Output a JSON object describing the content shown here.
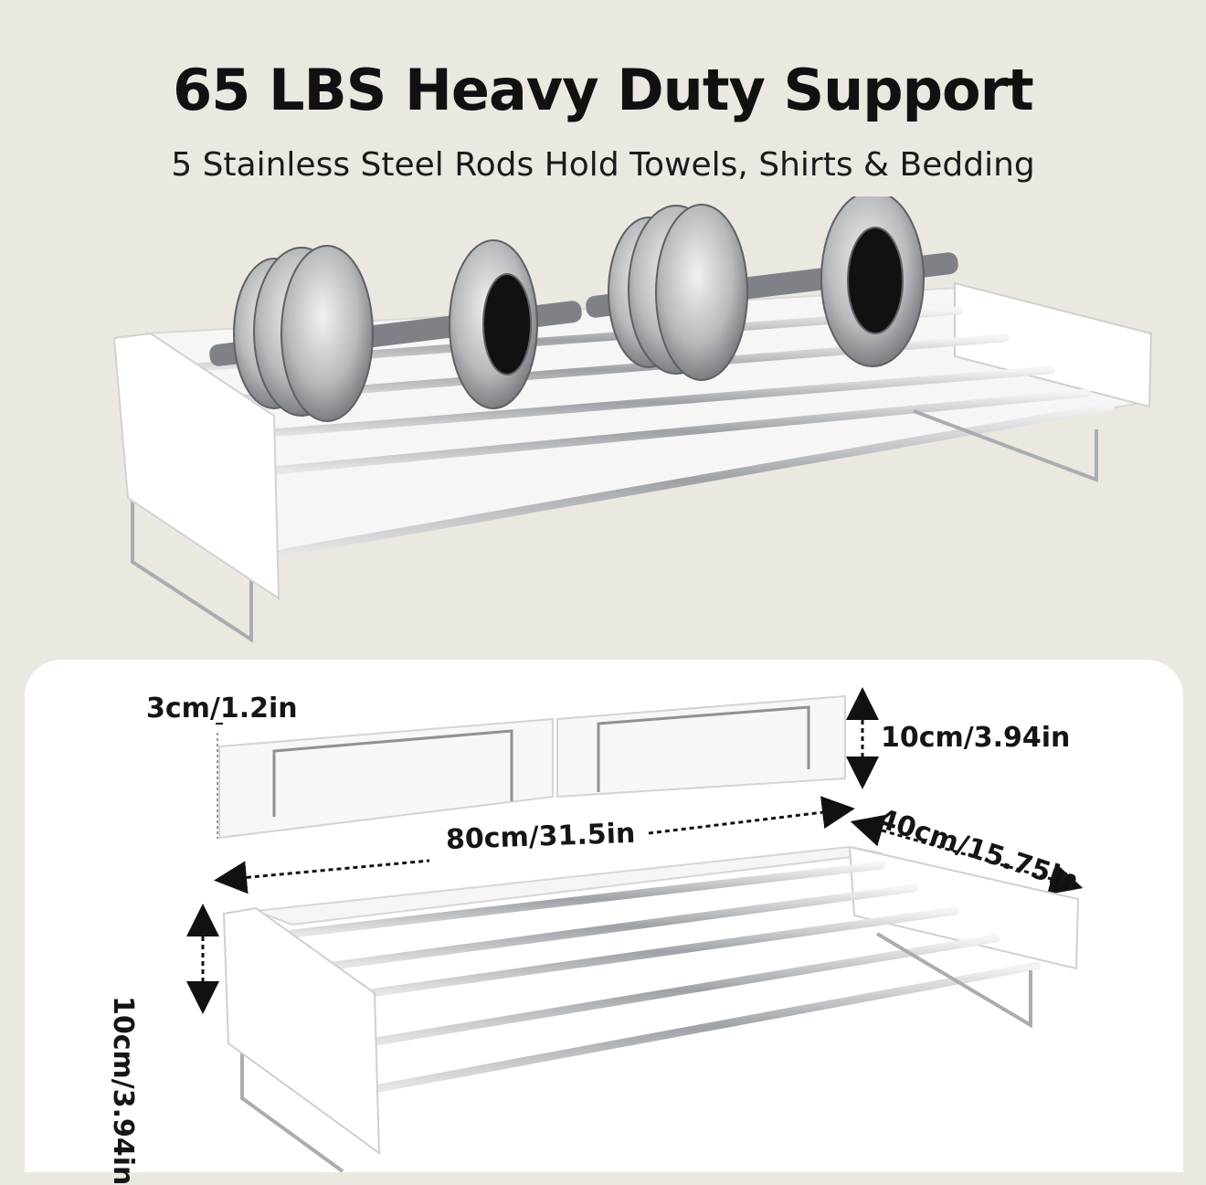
{
  "header": {
    "title": "65 LBS Heavy Duty Support",
    "subtitle": "5 Stainless Steel Rods Hold Towels, Shirts & Bedding"
  },
  "dimensions": {
    "thickness": "3cm/1.2in",
    "folded_height": "10cm/3.94in",
    "length": "80cm/31.5in",
    "depth": "40cm/15.75in",
    "side_height": "10cm/3.94in"
  },
  "colors": {
    "background": "#ebe8e2",
    "panel": "#ffffff",
    "steel": "#b9bcc0",
    "text": "#111111"
  }
}
